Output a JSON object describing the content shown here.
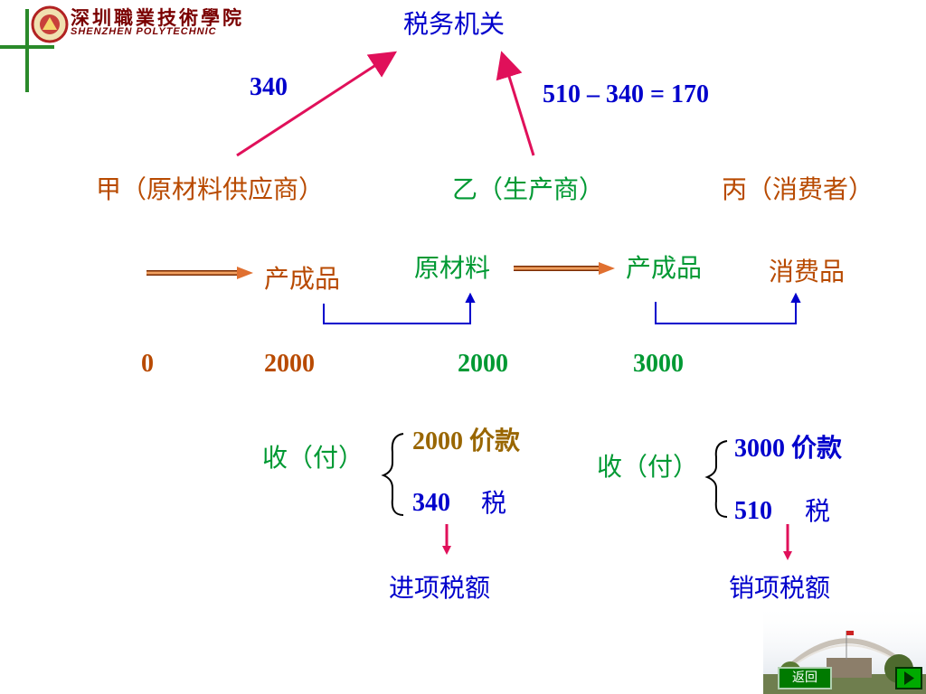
{
  "header": {
    "logo_cn": "深圳職業技術學院",
    "logo_en": "SHENZHEN POLYTECHNIC"
  },
  "diagram": {
    "tax_authority": "税务机关",
    "flow_a_amount": "340",
    "flow_b_formula": "510 – 340 = 170",
    "parties": {
      "a": "甲（原材料供应商）",
      "b": "乙（生产商）",
      "c": "丙（消费者）"
    },
    "goods": {
      "a_output": "产成品",
      "b_input": "原材料",
      "b_output": "产成品",
      "c_input": "消费品"
    },
    "values": {
      "v0": "0",
      "v1": "2000",
      "v2": "2000",
      "v3": "3000"
    },
    "left_group": {
      "label": "收（付）",
      "price": "2000 价款",
      "tax_amount": "340",
      "tax_word": "税",
      "result": "进项税额"
    },
    "right_group": {
      "label": "收（付）",
      "price": "3000 价款",
      "tax_amount": "510",
      "tax_word": "税",
      "result": "销项税额"
    }
  },
  "nav": {
    "back_label": "返回"
  },
  "colors": {
    "arrow_pink": "#e0105a",
    "arrow_orange": "#e07030",
    "bracket_blue": "#0000cc",
    "nav_green": "#00aa00"
  }
}
